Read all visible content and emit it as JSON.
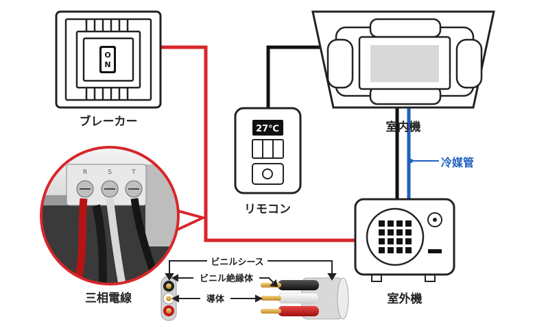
{
  "labels": {
    "breaker": "ブレーカー",
    "remote": "リモコン",
    "indoor_unit": "室内機",
    "refrigerant_pipe": "冷媒管",
    "outdoor_unit": "室外機",
    "three_phase_wire": "三相電線",
    "vinyl_sheath": "ビニルシース",
    "vinyl_insulation": "ビニル絶縁体",
    "conductor": "導体"
  },
  "breaker_switch": {
    "top": "O",
    "bottom": "N"
  },
  "remote_display": "27℃",
  "terminal_labels": [
    "R",
    "S",
    "T"
  ],
  "colors": {
    "power_line": "#d7262b",
    "signal_line": "#111111",
    "refrigerant_line": "#1f5fbf",
    "refrigerant_label": "#1f5fbf",
    "outline": "#222222"
  }
}
